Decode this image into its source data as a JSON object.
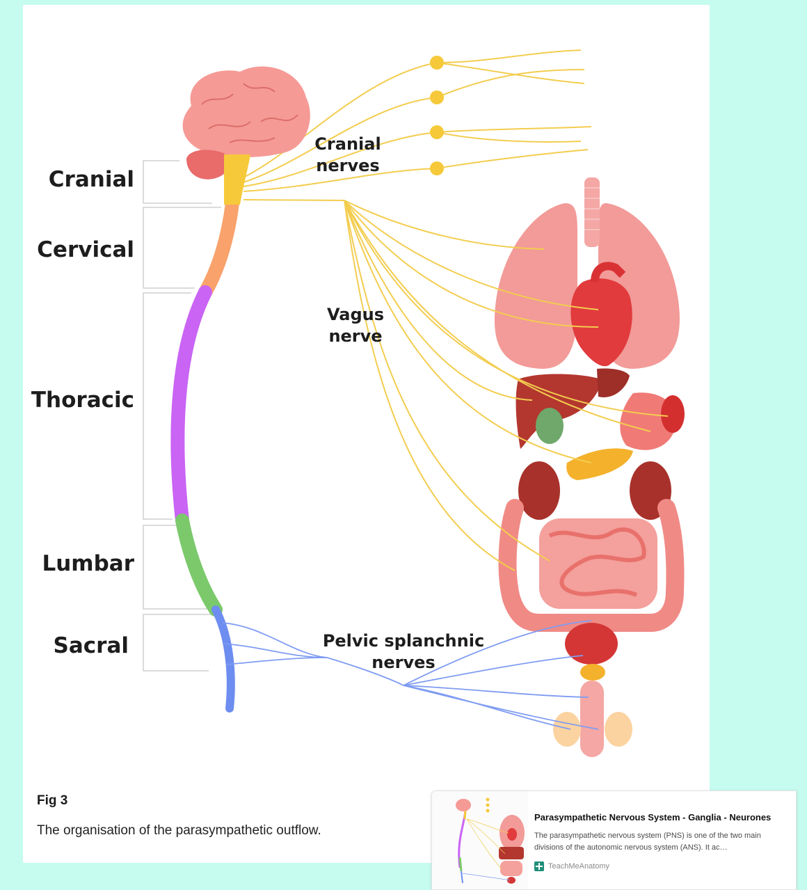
{
  "diagram": {
    "regions": {
      "cranial": "Cranial",
      "cervical": "Cervical",
      "thoracic": "Thoracic",
      "lumbar": "Lumbar",
      "sacral": "Sacral"
    },
    "nerve_labels": {
      "cranial_line1": "Cranial",
      "cranial_line2": "nerves",
      "vagus_line1": "Vagus",
      "vagus_line2": "nerve",
      "pelvic_line1": "Pelvic splanchnic",
      "pelvic_line2": "nerves"
    },
    "colors": {
      "cranial": "#f6c93a",
      "cervical": "#f9a26b",
      "thoracic": "#c964f4",
      "lumbar": "#7bc96b",
      "sacral": "#6d8df0",
      "parasympathetic_nerve": "#f3cd4f",
      "pelvic_nerve": "#7f9cf2"
    }
  },
  "figure": {
    "number": "Fig 3",
    "caption": "The organisation of the parasympathetic outflow."
  },
  "link_preview": {
    "title": "Parasympathetic Nervous System - Ganglia - Neurones",
    "description": "The parasympathetic nervous system (PNS) is one of the two main divisions of the autonomic nervous system (ANS). It ac…",
    "source": "TeachMeAnatomy"
  }
}
